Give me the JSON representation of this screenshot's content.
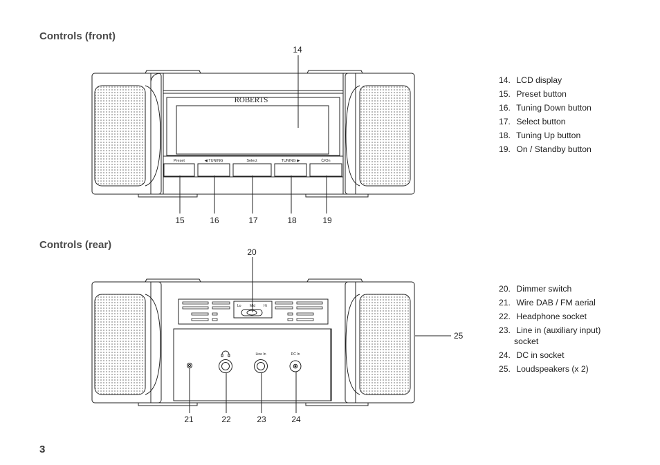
{
  "headings": {
    "front": "Controls (front)",
    "rear": "Controls (rear)"
  },
  "page_number": "3",
  "front": {
    "brand": "ROBERTS",
    "button_labels": {
      "preset": "Preset",
      "tuning_down": "◀ TUNING",
      "select": "Select",
      "tuning_up": "TUNING ▶",
      "on": "⏻/On"
    },
    "callouts": {
      "c14": "14",
      "c15": "15",
      "c16": "16",
      "c17": "17",
      "c18": "18",
      "c19": "19"
    },
    "legend": [
      {
        "num": "14.",
        "text": "LCD display"
      },
      {
        "num": "15.",
        "text": "Preset button"
      },
      {
        "num": "16.",
        "text": "Tuning Down button"
      },
      {
        "num": "17.",
        "text": "Select button"
      },
      {
        "num": "18.",
        "text": "Tuning Up button"
      },
      {
        "num": "19.",
        "text": "On / Standby button"
      }
    ]
  },
  "rear": {
    "dimmer": {
      "lo": "Lo",
      "mid": "Mid",
      "hi": "Hi"
    },
    "socket_labels": {
      "line_in": "Line In",
      "dc_in": "DC In"
    },
    "callouts": {
      "c20": "20",
      "c21": "21",
      "c22": "22",
      "c23": "23",
      "c24": "24",
      "c25": "25"
    },
    "legend": [
      {
        "num": "20.",
        "text": "Dimmer switch"
      },
      {
        "num": "21.",
        "text": "Wire DAB / FM aerial"
      },
      {
        "num": "22.",
        "text": "Headphone socket"
      },
      {
        "num": "23.",
        "text": "Line in (auxiliary input)",
        "cont": "socket"
      },
      {
        "num": "24.",
        "text": "DC in socket"
      },
      {
        "num": "25.",
        "text": "Loudspeakers (x 2)"
      }
    ]
  }
}
